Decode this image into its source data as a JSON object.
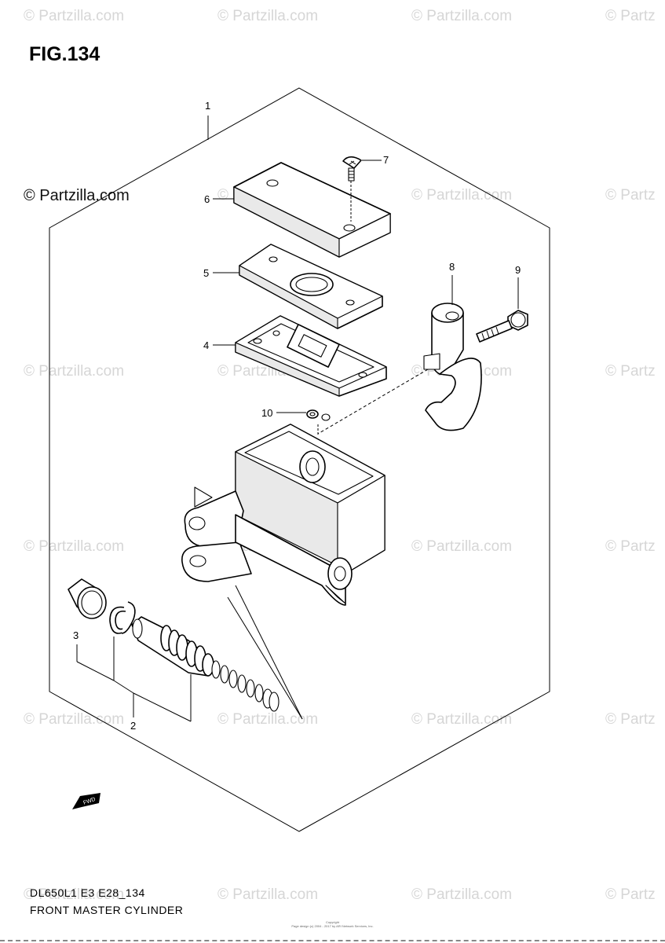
{
  "figure": {
    "title": "FIG.134",
    "footer_code": "DL650L1 E3 E28_134",
    "footer_name": "FRONT MASTER CYLINDER",
    "copyright_line1": "Copyright",
    "copyright_line2": "Page design (c) 2004 - 2017 by ARI Network Services, Inc."
  },
  "watermark": {
    "text": "© Partzilla.com",
    "text_clipped": "© Partz"
  },
  "callouts": {
    "c1": "1",
    "c2": "2",
    "c3": "3",
    "c4": "4",
    "c5": "5",
    "c6": "6",
    "c7": "7",
    "c8": "8",
    "c9": "9",
    "c10": "10"
  },
  "fwd_label": "FWD"
}
